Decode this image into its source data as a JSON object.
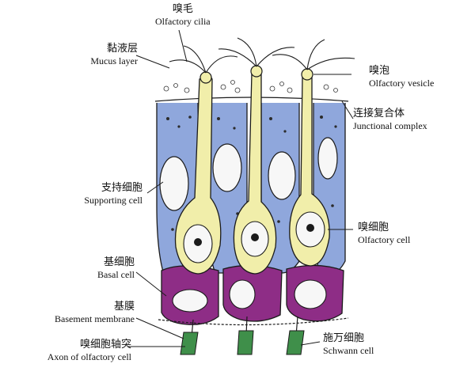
{
  "labels": {
    "cilia": {
      "zh": "嗅毛",
      "en": "Olfactory cilia"
    },
    "mucus": {
      "zh": "黏液层",
      "en": "Mucus layer"
    },
    "vesicle": {
      "zh": "嗅泡",
      "en": "Olfactory vesicle"
    },
    "junction": {
      "zh": "连接复合体",
      "en": "Junctional complex"
    },
    "supporting": {
      "zh": "支持细胞",
      "en": "Supporting cell"
    },
    "olfactory": {
      "zh": "嗅细胞",
      "en": "Olfactory cell"
    },
    "basal": {
      "zh": "基细胞",
      "en": "Basal cell"
    },
    "basement": {
      "zh": "基膜",
      "en": "Basement membrane"
    },
    "axon": {
      "zh": "嗅细胞轴突",
      "en": "Axon of olfactory cell"
    },
    "schwann": {
      "zh": "施万细胞",
      "en": "Schwann cell"
    }
  },
  "colors": {
    "supporting": "#8fa7dc",
    "olfactory": "#f1eeaa",
    "basal": "#8e2d86",
    "schwann": "#3f8f4a",
    "nucleus": "#f7f7f7",
    "outline": "#1b1b1b"
  }
}
